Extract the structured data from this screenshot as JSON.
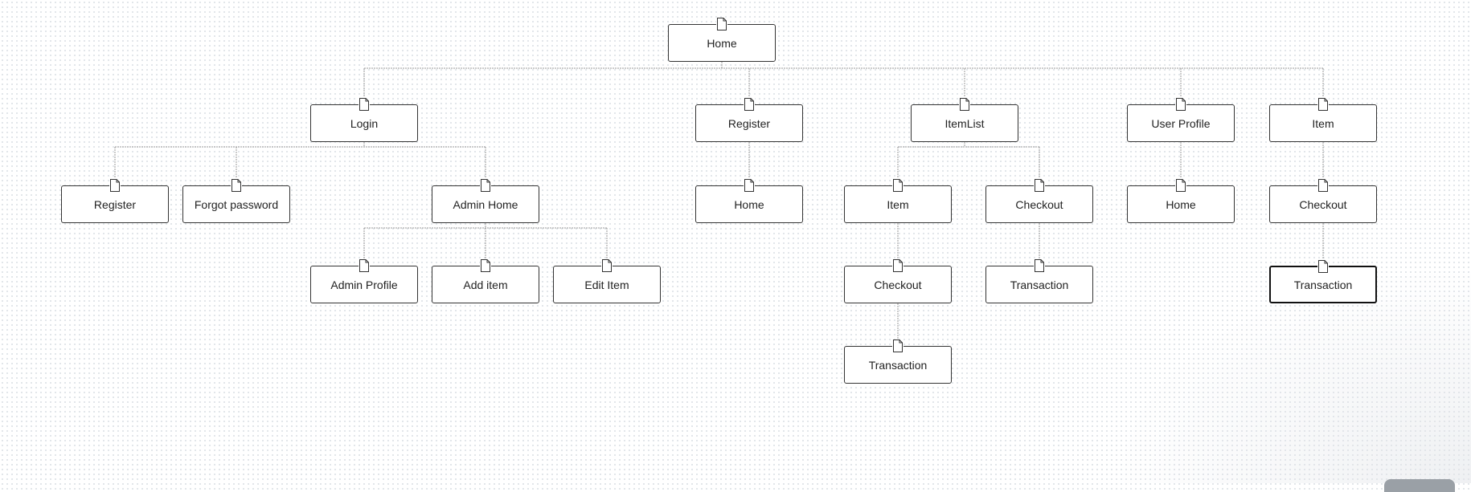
{
  "sitemap": {
    "root": {
      "label": "Home",
      "children": [
        {
          "label": "Login",
          "children": [
            {
              "label": "Register"
            },
            {
              "label": "Forgot password"
            },
            {
              "label": "Admin Home",
              "children": [
                {
                  "label": "Admin Profile"
                },
                {
                  "label": "Add item"
                },
                {
                  "label": "Edit Item"
                }
              ]
            }
          ]
        },
        {
          "label": "Register",
          "children": [
            {
              "label": "Home"
            }
          ]
        },
        {
          "label": "ItemList",
          "children": [
            {
              "label": "Item",
              "children": [
                {
                  "label": "Checkout",
                  "children": [
                    {
                      "label": "Transaction"
                    }
                  ]
                }
              ]
            },
            {
              "label": "Checkout",
              "children": [
                {
                  "label": "Transaction"
                }
              ]
            }
          ]
        },
        {
          "label": "User Profile",
          "children": [
            {
              "label": "Home"
            }
          ]
        },
        {
          "label": "Item",
          "children": [
            {
              "label": "Checkout",
              "children": [
                {
                  "label": "Transaction",
                  "selected": true
                }
              ]
            }
          ]
        }
      ]
    }
  },
  "icons": {
    "node": "page-icon"
  },
  "colors": {
    "border": "#333333",
    "connector": "#9a9a9a",
    "selected_border": "#111111"
  }
}
